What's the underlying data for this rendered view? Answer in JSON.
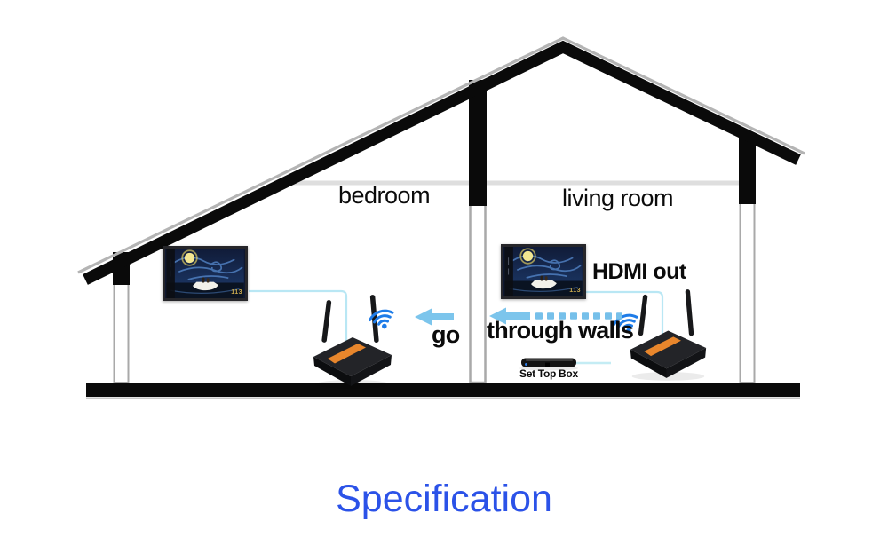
{
  "page": {
    "title": "Specification",
    "title_color": "#2b52e8",
    "background": "#ffffff"
  },
  "diagram": {
    "rooms": [
      {
        "label": "bedroom"
      },
      {
        "label": "living room"
      }
    ],
    "annotations": {
      "hdmi_out": "HDMI out",
      "go": "go",
      "through_walls": "through walls",
      "set_top_box": "Set Top Box"
    },
    "tv_badge": "113",
    "colors": {
      "structure_black": "#0a0a0a",
      "roof_edge_gray": "#b4b4b4",
      "ceiling_gray": "#dedede",
      "wall_edge_gray": "#a9a9a9",
      "arrow_blue": "#7cc5ec",
      "wifi_blue": "#1e7ce8",
      "cable_cyan": "#b9e7f4",
      "router_orange": "#e8862c"
    }
  }
}
